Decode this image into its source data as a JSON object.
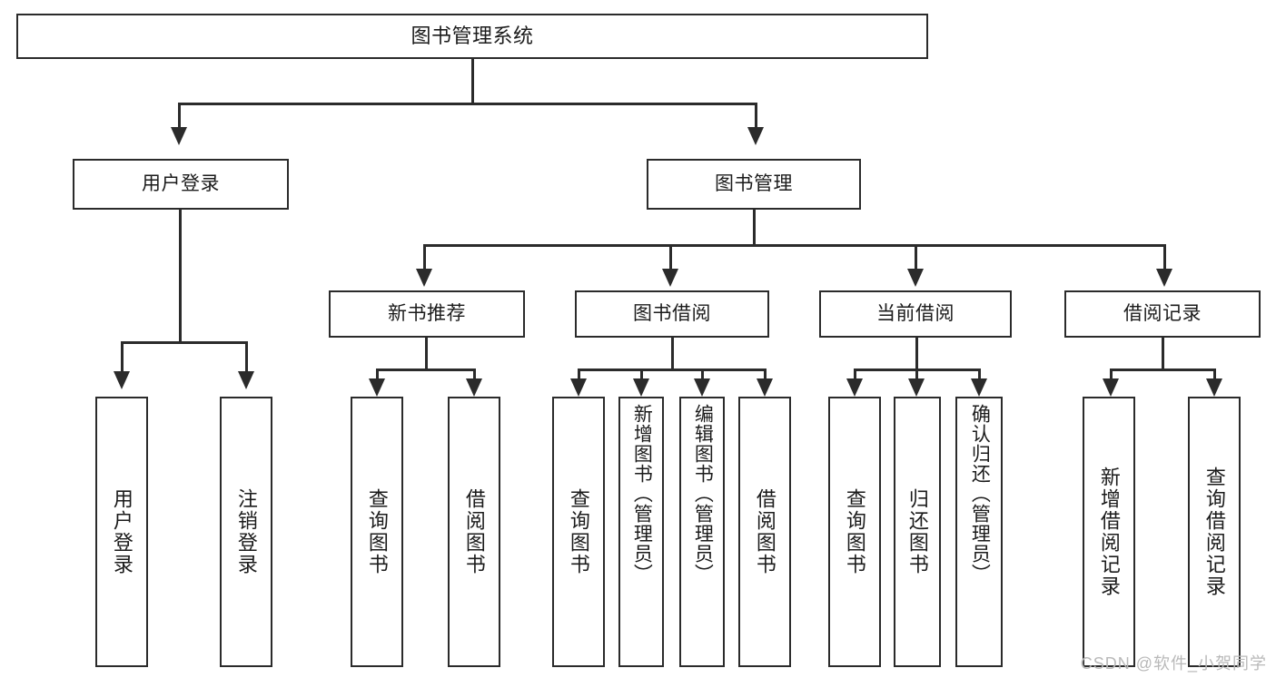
{
  "diagram": {
    "type": "tree",
    "title": "图书管理系统",
    "watermark": "CSDN @软件_小贺同学",
    "colors": {
      "stroke": "#2b2b2b",
      "fill": "#ffffff",
      "text": "#1b1b1b",
      "watermark": "#b9b9b9",
      "background": "#ffffff"
    },
    "root": {
      "label": "图书管理系统"
    },
    "level1": [
      {
        "label": "用户登录"
      },
      {
        "label": "图书管理"
      }
    ],
    "level2": [
      {
        "label": "新书推荐"
      },
      {
        "label": "图书借阅"
      },
      {
        "label": "当前借阅"
      },
      {
        "label": "借阅记录"
      }
    ],
    "leaves": {
      "user_login": [
        {
          "label": "用户登录"
        },
        {
          "label": "注销登录"
        }
      ],
      "new_book": [
        {
          "label": "查询图书"
        },
        {
          "label": "借阅图书"
        }
      ],
      "book_borrow": [
        {
          "label": "查询图书"
        },
        {
          "label": "新增图书（管理员）"
        },
        {
          "label": "编辑图书（管理员）"
        },
        {
          "label": "借阅图书"
        }
      ],
      "current_borrow": [
        {
          "label": "查询图书"
        },
        {
          "label": "归还图书"
        },
        {
          "label": "确认归还（管理员）"
        }
      ],
      "borrow_record": [
        {
          "label": "新增借阅记录"
        },
        {
          "label": "查询借阅记录"
        }
      ]
    }
  }
}
